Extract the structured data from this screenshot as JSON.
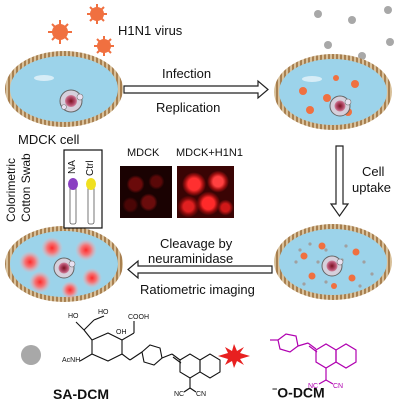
{
  "labels": {
    "virus": "H1N1 virus",
    "infection": "Infection",
    "replication": "Replication",
    "mdck_cell": "MDCK cell",
    "cell_uptake_1": "Cell",
    "cell_uptake_2": "uptake",
    "cleavage_1": "Cleavage by",
    "cleavage_2": "neuraminidase",
    "ratiometric": "Ratiometric imaging",
    "swab_title_1": "Colorimetric",
    "swab_title_2": "Cotton Swab",
    "swab_na": "NA",
    "swab_ctrl": "Ctrl",
    "panel_mdck": "MDCK",
    "panel_mdck_h1n1": "MDCK+H1N1",
    "sa_dcm": "SA-DCM",
    "o_dcm_sup": "−",
    "o_dcm": "O-DCM",
    "cooh": "COOH",
    "acnh": "AcNH",
    "ho1": "HO",
    "ho2": "HO",
    "oh": "OH",
    "cn1": "CN",
    "nc1": "NC",
    "cn2": "CN",
    "nc2": "NC"
  },
  "colors": {
    "virus": "#f07040",
    "cell_fill": "#9cd3ea",
    "membrane": "#c8a878",
    "swab_na": "#8a3fc2",
    "swab_ctrl": "#f0e020",
    "odcm_purple": "#b000b0",
    "red_glow": "#e82020"
  }
}
